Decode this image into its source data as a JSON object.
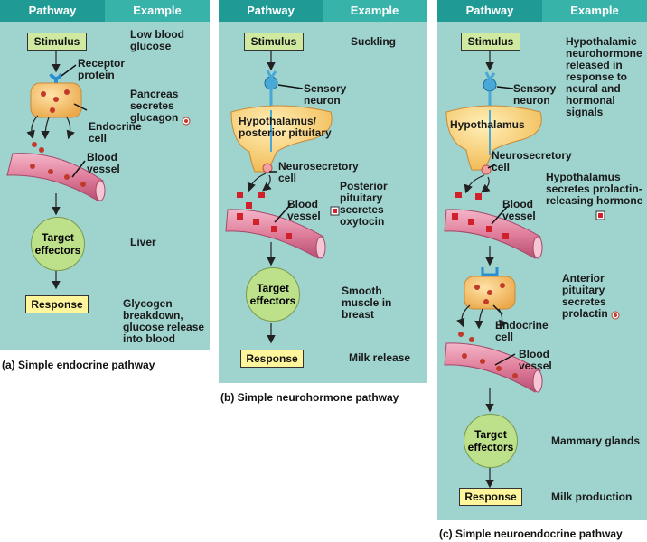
{
  "headers": {
    "pathway": "Pathway",
    "example": "Example"
  },
  "panel_a": {
    "stimulus": "Stimulus",
    "receptor_label": "Receptor protein",
    "endocrine_label": "Endocrine cell",
    "vessel_label": "Blood vessel",
    "target": "Target effectors",
    "response": "Response",
    "ex_stimulus": "Low blood glucose",
    "ex_secretion": "Pancreas secretes glucagon",
    "ex_target": "Liver",
    "ex_response": "Glycogen breakdown, glucose release into blood",
    "caption": "(a) Simple endocrine pathway"
  },
  "panel_b": {
    "stimulus": "Stimulus",
    "sensory_label": "Sensory neuron",
    "hypothalamus_label": "Hypothalamus/ posterior pituitary",
    "neurosecretory_label": "Neurosecretory cell",
    "vessel_label": "Blood vessel",
    "target": "Target effectors",
    "response": "Response",
    "ex_stimulus": "Suckling",
    "ex_secretion": "Posterior pituitary secretes oxytocin",
    "ex_target": "Smooth muscle in breast",
    "ex_response": "Milk release",
    "caption": "(b) Simple neurohormone pathway"
  },
  "panel_c": {
    "stimulus": "Stimulus",
    "sensory_label": "Sensory neuron",
    "hypothalamus_label": "Hypothalamus",
    "neurosecretory_label": "Neurosecretory cell",
    "vessel1_label": "Blood vessel",
    "endocrine_label": "Endocrine cell",
    "vessel2_label": "Blood vessel",
    "target": "Target effectors",
    "response": "Response",
    "ex_stimulus": "Hypothalamic neurohormone released in response to neural and hormonal signals",
    "ex_secretion": "Hypothalamus secretes prolactin-releasing hormone",
    "ex_anterior": "Anterior pituitary secretes prolactin",
    "ex_target": "Mammary glands",
    "ex_response": "Milk production",
    "caption": "(c) Simple neuroendocrine pathway"
  },
  "colors": {
    "panel_bg": "#9ed3ce",
    "header_dark": "#1f9a94",
    "header_light": "#38b3aa",
    "vessel": "#e88aa6",
    "gland": "#f5c97a",
    "neuron": "#48a8d8",
    "hormone_red": "#d0202a"
  }
}
